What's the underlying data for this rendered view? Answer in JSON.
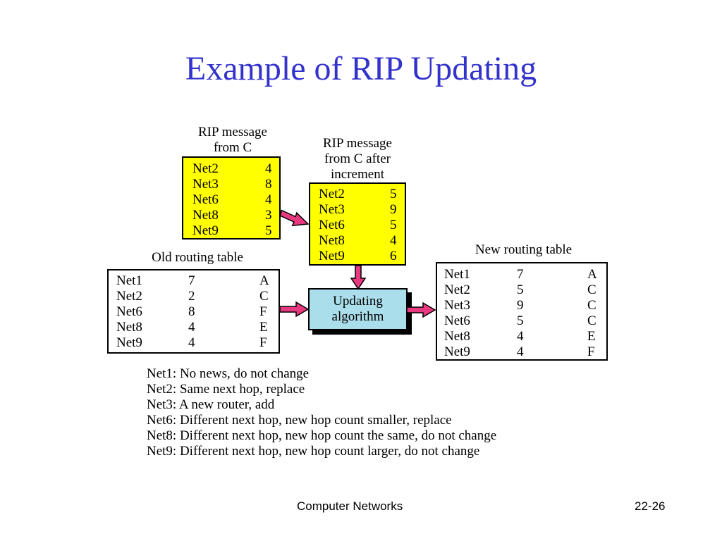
{
  "title": "Example of RIP Updating",
  "rip_from_c": {
    "caption": [
      "RIP message",
      "from C"
    ],
    "rows": [
      [
        "Net2",
        "4"
      ],
      [
        "Net3",
        "8"
      ],
      [
        "Net6",
        "4"
      ],
      [
        "Net8",
        "3"
      ],
      [
        "Net9",
        "5"
      ]
    ]
  },
  "rip_after_increment": {
    "caption": [
      "RIP message",
      "from C after",
      "increment"
    ],
    "rows": [
      [
        "Net2",
        "5"
      ],
      [
        "Net3",
        "9"
      ],
      [
        "Net6",
        "5"
      ],
      [
        "Net8",
        "4"
      ],
      [
        "Net9",
        "6"
      ]
    ]
  },
  "old_table": {
    "caption": "Old routing table",
    "rows": [
      [
        "Net1",
        "7",
        "A"
      ],
      [
        "Net2",
        "2",
        "C"
      ],
      [
        "Net6",
        "8",
        "F"
      ],
      [
        "Net8",
        "4",
        "E"
      ],
      [
        "Net9",
        "4",
        "F"
      ]
    ]
  },
  "new_table": {
    "caption": "New routing table",
    "rows": [
      [
        "Net1",
        "7",
        "A"
      ],
      [
        "Net2",
        "5",
        "C"
      ],
      [
        "Net3",
        "9",
        "C"
      ],
      [
        "Net6",
        "5",
        "C"
      ],
      [
        "Net8",
        "4",
        "E"
      ],
      [
        "Net9",
        "4",
        "F"
      ]
    ]
  },
  "algorithm": [
    "Updating",
    "algorithm"
  ],
  "notes": [
    "Net1: No news, do not change",
    "Net2: Same next hop, replace",
    "Net3: A new router, add",
    "Net6: Different next hop, new hop count smaller, replace",
    "Net8: Different next hop, new hop count the same, do not change",
    "Net9: Different next hop, new hop count larger, do not change"
  ],
  "footer": {
    "course": "Computer Networks",
    "page": "22-26"
  },
  "colors": {
    "title": "#3333cc",
    "message_box": "#ffff00",
    "algorithm_box": "#aadeea",
    "arrow": "#e8387f"
  }
}
